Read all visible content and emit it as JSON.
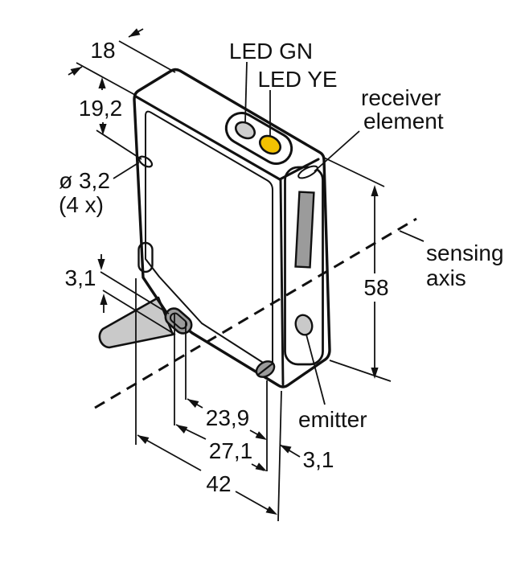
{
  "figure": {
    "type": "technical-dimension-drawing",
    "subject": "photoelectric sensor housing",
    "unit": "mm"
  },
  "labels": {
    "led_green": "LED GN",
    "led_yellow": "LED YE",
    "receiver_line1": "receiver",
    "receiver_line2": "element",
    "sensing_line1": "sensing",
    "sensing_line2": "axis",
    "emitter": "emitter"
  },
  "dimensions": {
    "top_width": "18",
    "hole_vertical_offset": "19,2",
    "mounting_hole_diameter": "ø 3,2",
    "mounting_hole_count": "(4 x)",
    "cable_slot_width": "3,1",
    "slot_to_edge": "23,9",
    "slot_center_to_edge": "27,1",
    "housing_depth": "42",
    "hole_edge_offset": "3,1",
    "housing_height": "58"
  },
  "colors": {
    "housing_gray": "#9b9b9b",
    "led_yellow": "#f3c202",
    "led_gray": "#cdcdcd",
    "cable_gray": "#c9c9c9",
    "line_black": "#111111",
    "background": "#ffffff"
  }
}
